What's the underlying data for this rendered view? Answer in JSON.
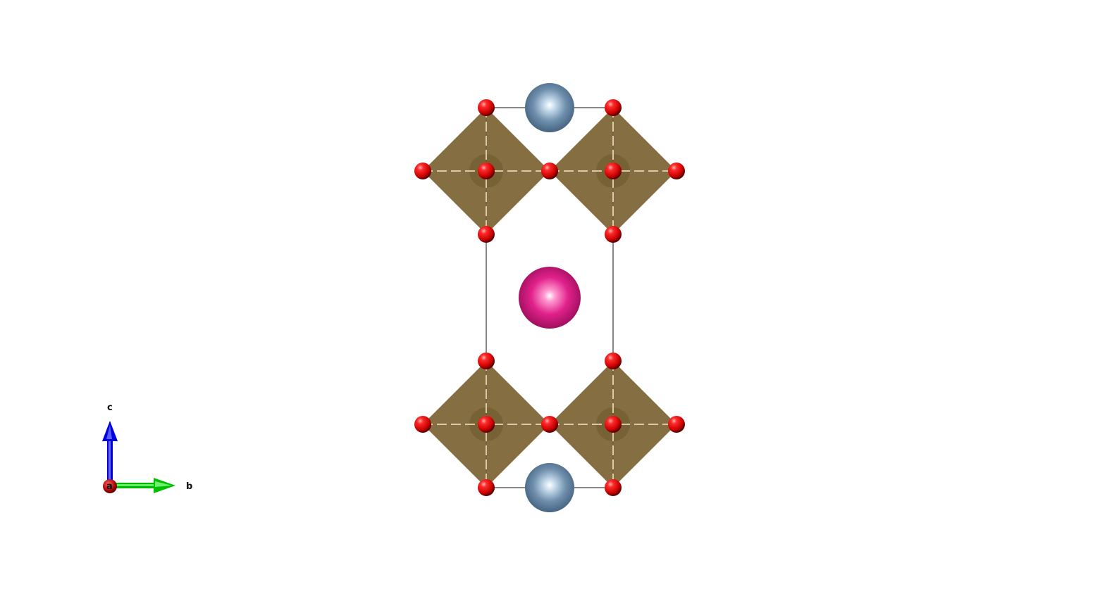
{
  "viewer": {
    "background": "#ffffff"
  },
  "structure": {
    "colors": {
      "oxygen": "#e30000",
      "b_site_cation": "#6e8fad",
      "a_site_cation": "#e0218a",
      "octahedron": "#7a6232",
      "cell_edge": "#111111"
    },
    "atoms": [
      {
        "id": "o-1",
        "element": "O"
      },
      {
        "id": "o-2",
        "element": "O"
      },
      {
        "id": "o-3",
        "element": "O"
      },
      {
        "id": "o-4",
        "element": "O"
      },
      {
        "id": "o-5",
        "element": "O"
      },
      {
        "id": "o-6",
        "element": "O"
      },
      {
        "id": "o-7",
        "element": "O"
      },
      {
        "id": "o-8",
        "element": "O"
      },
      {
        "id": "o-9",
        "element": "O"
      },
      {
        "id": "o-10",
        "element": "O"
      },
      {
        "id": "o-11",
        "element": "O"
      },
      {
        "id": "o-12",
        "element": "O"
      },
      {
        "id": "o-13",
        "element": "O"
      },
      {
        "id": "o-14",
        "element": "O"
      },
      {
        "id": "o-15",
        "element": "O"
      },
      {
        "id": "o-16",
        "element": "O"
      },
      {
        "id": "blue-cation-top",
        "element": "cation"
      },
      {
        "id": "blue-cation-bottom",
        "element": "cation"
      },
      {
        "id": "magenta-cation-center",
        "element": "cation"
      }
    ],
    "polyhedra": [
      {
        "id": "octahedron-top-left"
      },
      {
        "id": "octahedron-top-right"
      },
      {
        "id": "octahedron-bottom-left"
      },
      {
        "id": "octahedron-bottom-right"
      }
    ]
  },
  "axes": {
    "c_label": "c",
    "b_label": "b",
    "a_label": "a",
    "c_color": "#0000e0",
    "b_color": "#00c000",
    "a_color": "#b00000"
  }
}
